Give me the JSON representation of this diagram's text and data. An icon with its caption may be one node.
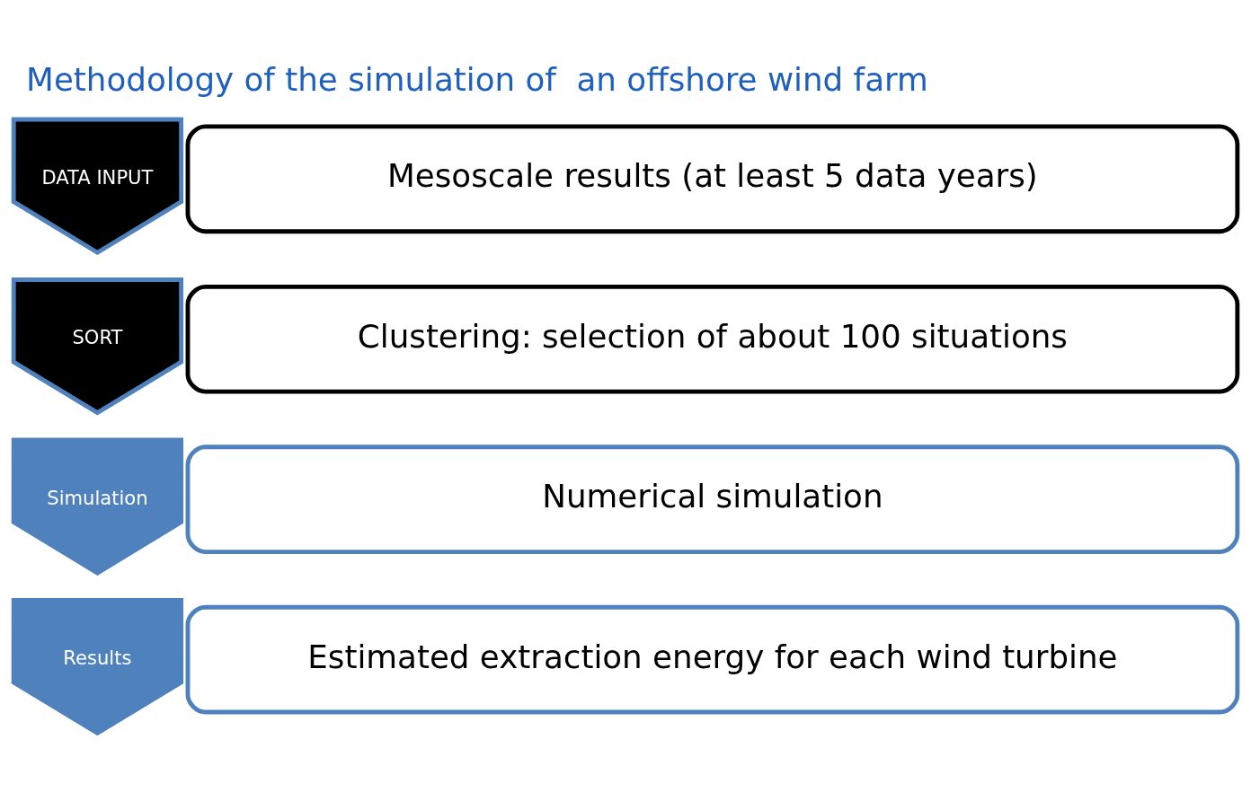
{
  "diagram": {
    "title": "Methodology of the simulation of  an offshore wind farm",
    "nodes": [
      {
        "text": [
          "DATA INPUT"
        ]
      },
      {
        "text": [
          "Mesoscale results (at least 5 data years)"
        ]
      },
      {
        "text": [
          "SORT"
        ]
      },
      {
        "text": [
          "Clustering: selection of about 100 situations"
        ]
      },
      {
        "text": [
          "Simulation"
        ]
      },
      {
        "text": [
          "Numerical simulation"
        ]
      },
      {
        "text": [
          "Results"
        ]
      },
      {
        "text": [
          "Estimated extraction energy for each wind turbine"
        ]
      }
    ]
  }
}
